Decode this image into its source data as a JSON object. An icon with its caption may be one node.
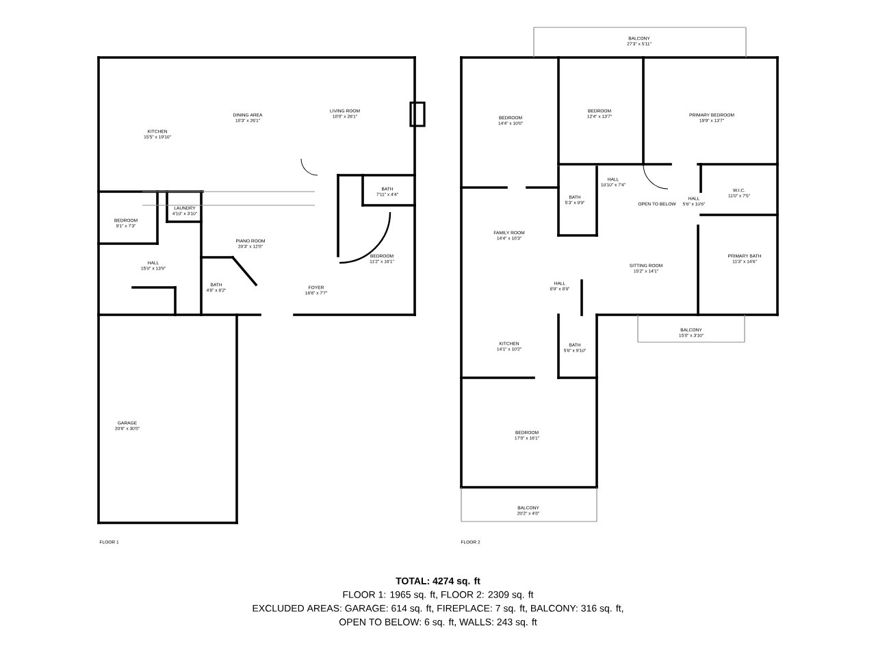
{
  "diagram": {
    "nodes": [
      {
        "text": [
          "KITCHEN",
          "15'5\" x 19'10\""
        ]
      },
      {
        "text": [
          "DINING AREA",
          "18'3\" x 26'1\""
        ]
      },
      {
        "text": [
          "LIVING ROOM",
          "18'8\" x 26'1\""
        ]
      },
      {
        "text": [
          "BATH",
          "7'11\" x 4'4\""
        ]
      },
      {
        "text": [
          "BEDROOM",
          "9'1\" x 7'3\""
        ]
      },
      {
        "text": [
          "LAUNDRY",
          "4'10\" x 3'10\""
        ]
      },
      {
        "text": [
          "PIANO ROOM",
          "20'3\" x 12'8\""
        ]
      },
      {
        "text": [
          "BEDROOM",
          "11'2\" x 16'1\""
        ]
      },
      {
        "text": [
          "HALL",
          "15'0\" x 13'9\""
        ]
      },
      {
        "text": [
          "BATH",
          "4'8\" x 8'2\""
        ]
      },
      {
        "text": [
          "FOYER",
          "16'6\" x 7'7\""
        ]
      },
      {
        "text": [
          "GARAGE",
          "20'6\" x 30'8\""
        ]
      },
      {
        "text": [
          "BALCONY",
          "27'3\" x 5'11\""
        ]
      },
      {
        "text": [
          "BEDROOM",
          "14'4\" x 10'0\""
        ]
      },
      {
        "text": [
          "BEDROOM",
          "12'4\" x 13'7\""
        ]
      },
      {
        "text": [
          "PRIMARY BEDROOM",
          "19'9\" x 13'7\""
        ]
      },
      {
        "text": [
          "HALL",
          "10'10\" x 7'4\""
        ]
      },
      {
        "text": [
          "BATH",
          "5'3\" x 9'9\""
        ]
      },
      {
        "text": [
          "HALL",
          "5'6\" x 10'6\""
        ]
      },
      {
        "text": [
          "W.I.C.",
          "11'0\" x 7'5\""
        ]
      },
      {
        "text": [
          "FAMILY ROOM",
          "14'4\" x 18'3\""
        ]
      },
      {
        "text": [
          "PRIMARY BATH",
          "11'3\" x 14'6\""
        ]
      },
      {
        "text": [
          "SITTING ROOM",
          "15'2\" x 14'1\""
        ]
      },
      {
        "text": [
          "HALL",
          "8'9\" x 8'9\""
        ]
      },
      {
        "text": [
          "BALCONY",
          "15'8\" x 3'10\""
        ]
      },
      {
        "text": [
          "KITCHEN",
          "14'1\" x 10'2\""
        ]
      },
      {
        "text": [
          "BATH",
          "5'6\" x 9'10\""
        ]
      },
      {
        "text": [
          "BEDROOM",
          "17'8\" x 16'1\""
        ]
      },
      {
        "text": [
          "BALCONY",
          "20'2\" x 4'8\""
        ]
      }
    ],
    "labels": [
      "OPEN TO BELOW",
      "FLOOR 1",
      "FLOOR 2",
      "TOTAL: 4274 sq. ft",
      "FLOOR 1: 1965 sq. ft, FLOOR 2: 2309 sq. ft",
      "EXCLUDED AREAS: GARAGE: 614 sq. ft, FIREPLACE: 7 sq. ft, BALCONY: 316 sq. ft,",
      "OPEN TO BELOW: 6 sq. ft, WALLS: 243 sq. ft"
    ]
  }
}
